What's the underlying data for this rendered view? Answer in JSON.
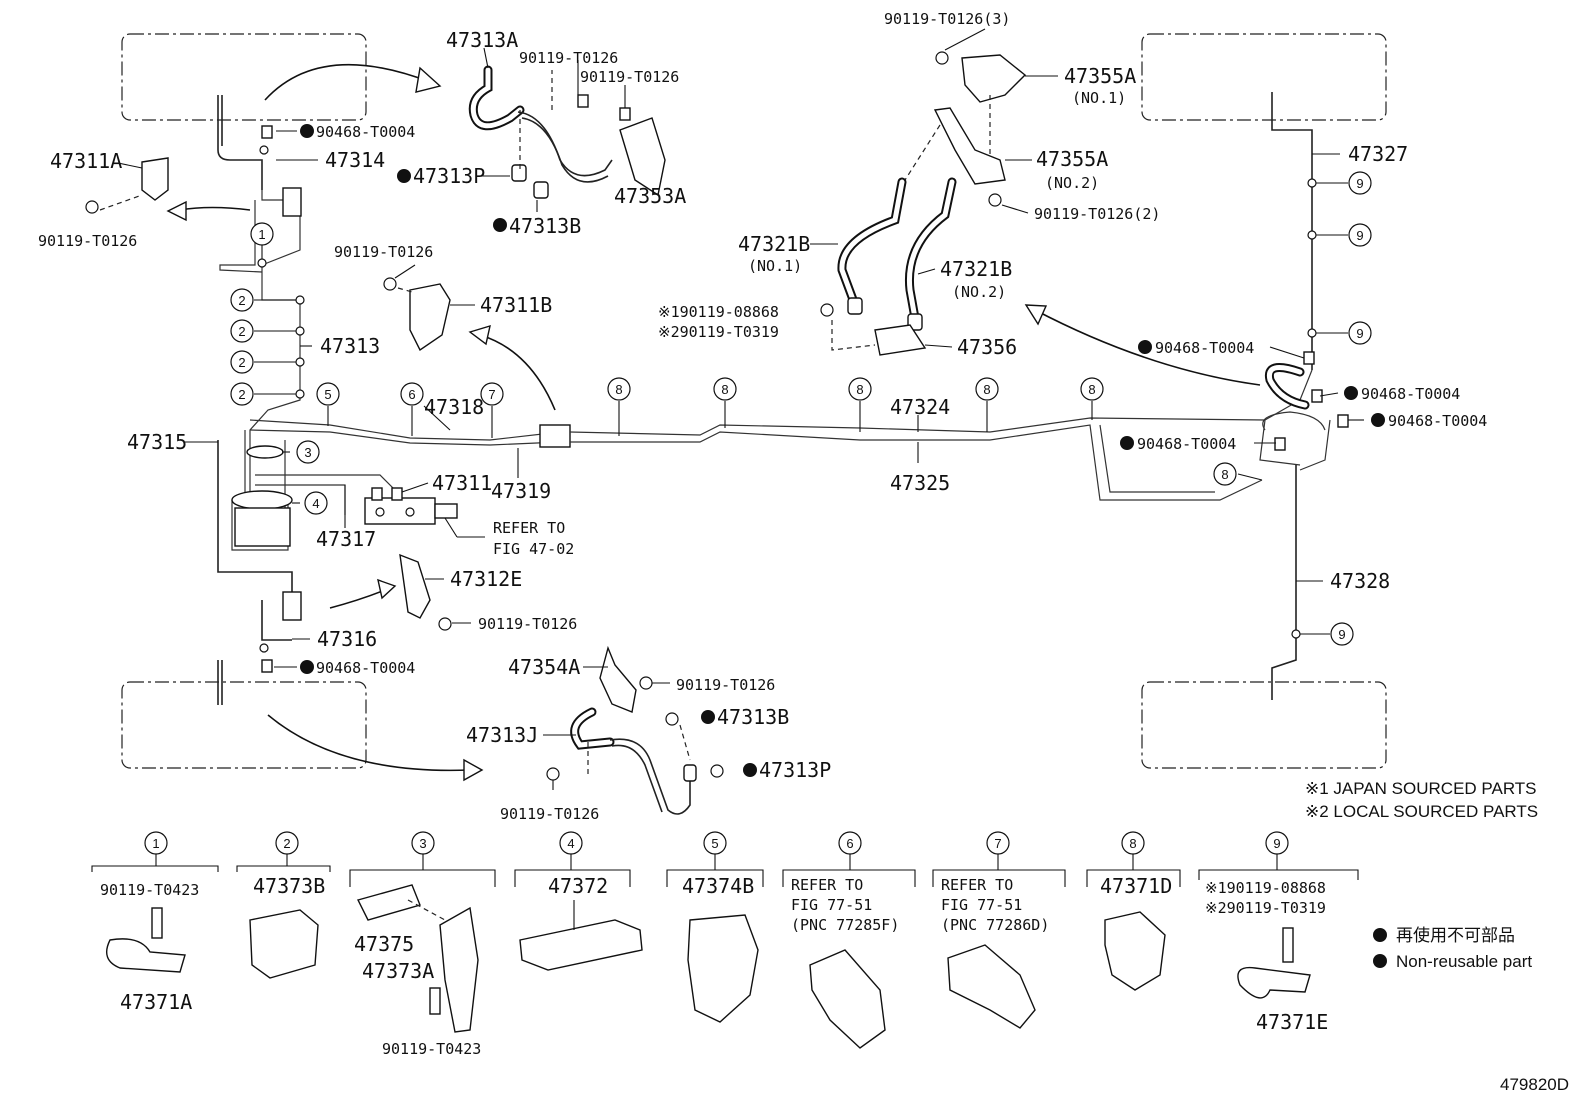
{
  "figure_code": "479820D",
  "notes": {
    "japan": "※1 JAPAN SOURCED PARTS",
    "local": "※2 LOCAL SOURCED PARTS"
  },
  "legend": {
    "jp": "再使用不可部品",
    "en": "Non-reusable part"
  },
  "upper_left": {
    "p47313A": "47313A",
    "p90119_a": "90119-T0126",
    "p90119_b": "90119-T0126",
    "p47353A": "47353A",
    "p47313P": "47313P",
    "p47313B": "47313B",
    "p90468": "90468-T0004",
    "p47314": "47314",
    "p47311A": "47311A",
    "p90119_c": "90119-T0126"
  },
  "upper_mid": {
    "p90119": "90119-T0126",
    "p47311B": "47311B"
  },
  "upper_right": {
    "p90119_3": "90119-T0126(3)",
    "p47355A_1": "47355A",
    "no1": "(NO.1)",
    "p47355A_2": "47355A",
    "no2": "(NO.2)",
    "p90119_2": "90119-T0126(2)",
    "p47321B_1": "47321B",
    "no1b": "(NO.1)",
    "p47321B_2": "47321B",
    "no2b": "(NO.2)",
    "s1": "※190119-08868",
    "s2": "※290119-T0319",
    "p47356": "47356"
  },
  "mid": {
    "p47313": "47313",
    "p47315": "47315",
    "p47318": "47318",
    "p47311": "47311",
    "p47319": "47319",
    "p47317": "47317",
    "refer1": "REFER TO",
    "refer2": "FIG 47-02",
    "p47324": "47324",
    "p47325": "47325",
    "p47312E": "47312E",
    "p90119_e": "90119-T0126",
    "p47316": "47316",
    "p90468_l": "90468-T0004"
  },
  "right_side": {
    "p47327": "47327",
    "p47328": "47328",
    "p90468_1": "90468-T0004",
    "p90468_2": "90468-T0004",
    "p90468_3": "90468-T0004",
    "p90468_4": "90468-T0004"
  },
  "lower": {
    "p47354A": "47354A",
    "p90119_a": "90119-T0126",
    "p47313B": "47313B",
    "p47313J": "47313J",
    "p47313P": "47313P",
    "p90119_b": "90119-T0126"
  },
  "callouts": {
    "c1": "1",
    "c2": "2",
    "c3": "3",
    "c4": "4",
    "c5": "5",
    "c6": "6",
    "c7": "7",
    "c8": "8",
    "c9": "9"
  },
  "bottom_parts": {
    "k1_bolt": "90119-T0423",
    "k1_part": "47371A",
    "k2_part": "47373B",
    "k3_a": "47375",
    "k3_b": "47373A",
    "k3_bolt": "90119-T0423",
    "k4_part": "47372",
    "k5_part": "47374B",
    "k6_l1": "REFER TO",
    "k6_l2": "FIG 77-51",
    "k6_l3": "(PNC 77285F)",
    "k7_l1": "REFER TO",
    "k7_l2": "FIG 77-51",
    "k7_l3": "(PNC 77286D)",
    "k8_part": "47371D",
    "k9_s1": "※190119-08868",
    "k9_s2": "※290119-T0319",
    "k9_part": "47371E"
  }
}
